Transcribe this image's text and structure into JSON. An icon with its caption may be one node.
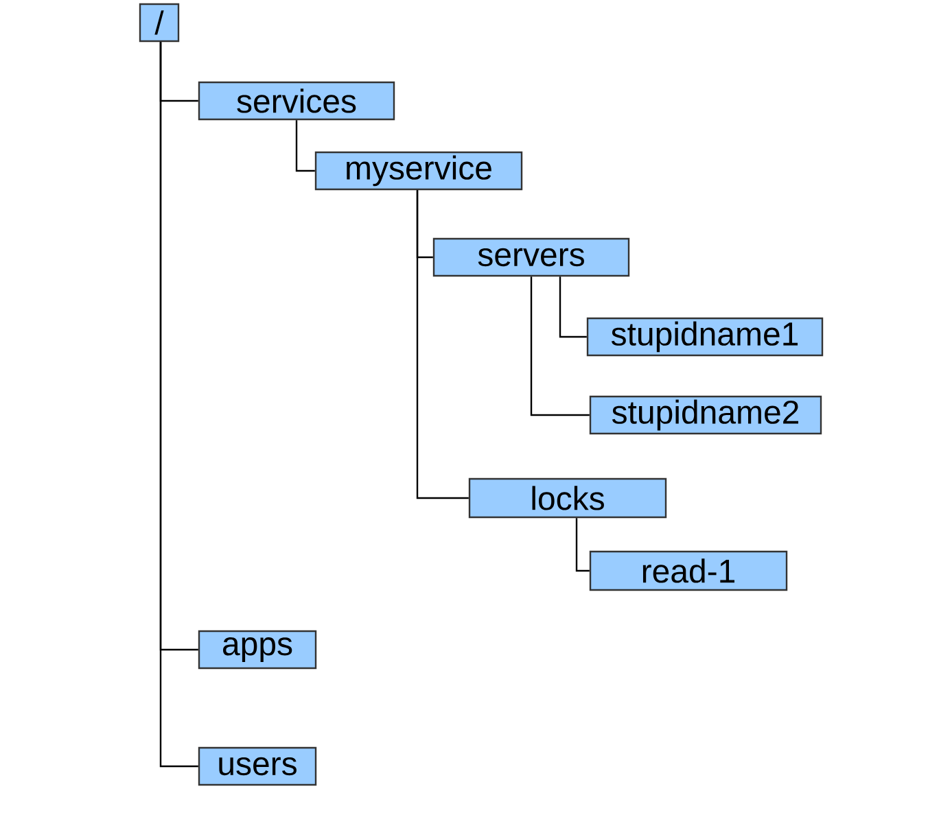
{
  "diagram": {
    "nodes": [
      {
        "text": [
          "/"
        ]
      },
      {
        "text": [
          "services"
        ]
      },
      {
        "text": [
          "myservice"
        ]
      },
      {
        "text": [
          "servers"
        ]
      },
      {
        "text": [
          "stupidname1"
        ]
      },
      {
        "text": [
          "stupidname2"
        ]
      },
      {
        "text": [
          "locks"
        ]
      },
      {
        "text": [
          "read-1"
        ]
      },
      {
        "text": [
          "apps"
        ]
      },
      {
        "text": [
          "users"
        ]
      }
    ],
    "edges": [
      {
        "from": 0,
        "to": 1,
        "arrow": "none"
      },
      {
        "from": 1,
        "to": 2,
        "arrow": "none"
      },
      {
        "from": 2,
        "to": 3,
        "arrow": "none"
      },
      {
        "from": 3,
        "to": 4,
        "arrow": "none"
      },
      {
        "from": 3,
        "to": 5,
        "arrow": "none"
      },
      {
        "from": 2,
        "to": 6,
        "arrow": "none"
      },
      {
        "from": 6,
        "to": 7,
        "arrow": "none"
      },
      {
        "from": 0,
        "to": 8,
        "arrow": "none"
      },
      {
        "from": 0,
        "to": 9,
        "arrow": "none"
      }
    ]
  }
}
